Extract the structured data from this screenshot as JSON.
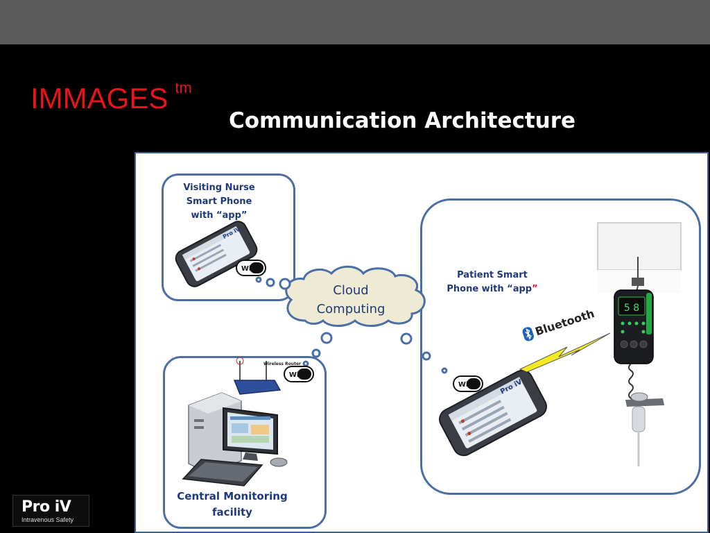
{
  "slide": {
    "brand": "IMMAGES",
    "brand_mark": "tm",
    "title": "Communication Architecture"
  },
  "nodes": {
    "nurse": {
      "line1": "Visiting Nurse",
      "line2": "Smart Phone",
      "line3": "with “app”"
    },
    "cloud": {
      "line1": "Cloud",
      "line2": "Computing"
    },
    "patient": {
      "line1": "Patient Smart",
      "line2": "Phone with “app",
      "quote": "”"
    },
    "central": {
      "line1": "Central Monitoring",
      "line2": "facility"
    }
  },
  "labels": {
    "wifi": "Wi Fi",
    "bluetooth": "Bluetooth",
    "router": "Wireless Router",
    "pump_display": "5 8",
    "app_brand": "Pro iV"
  },
  "logo": {
    "main": "Pro iV",
    "sub": "Intravenous Safety"
  },
  "colors": {
    "brand_red": "#e8141b",
    "label_blue": "#1f3a78",
    "bubble_border": "#4a6ea5",
    "topbar": "#5b5b5b"
  }
}
